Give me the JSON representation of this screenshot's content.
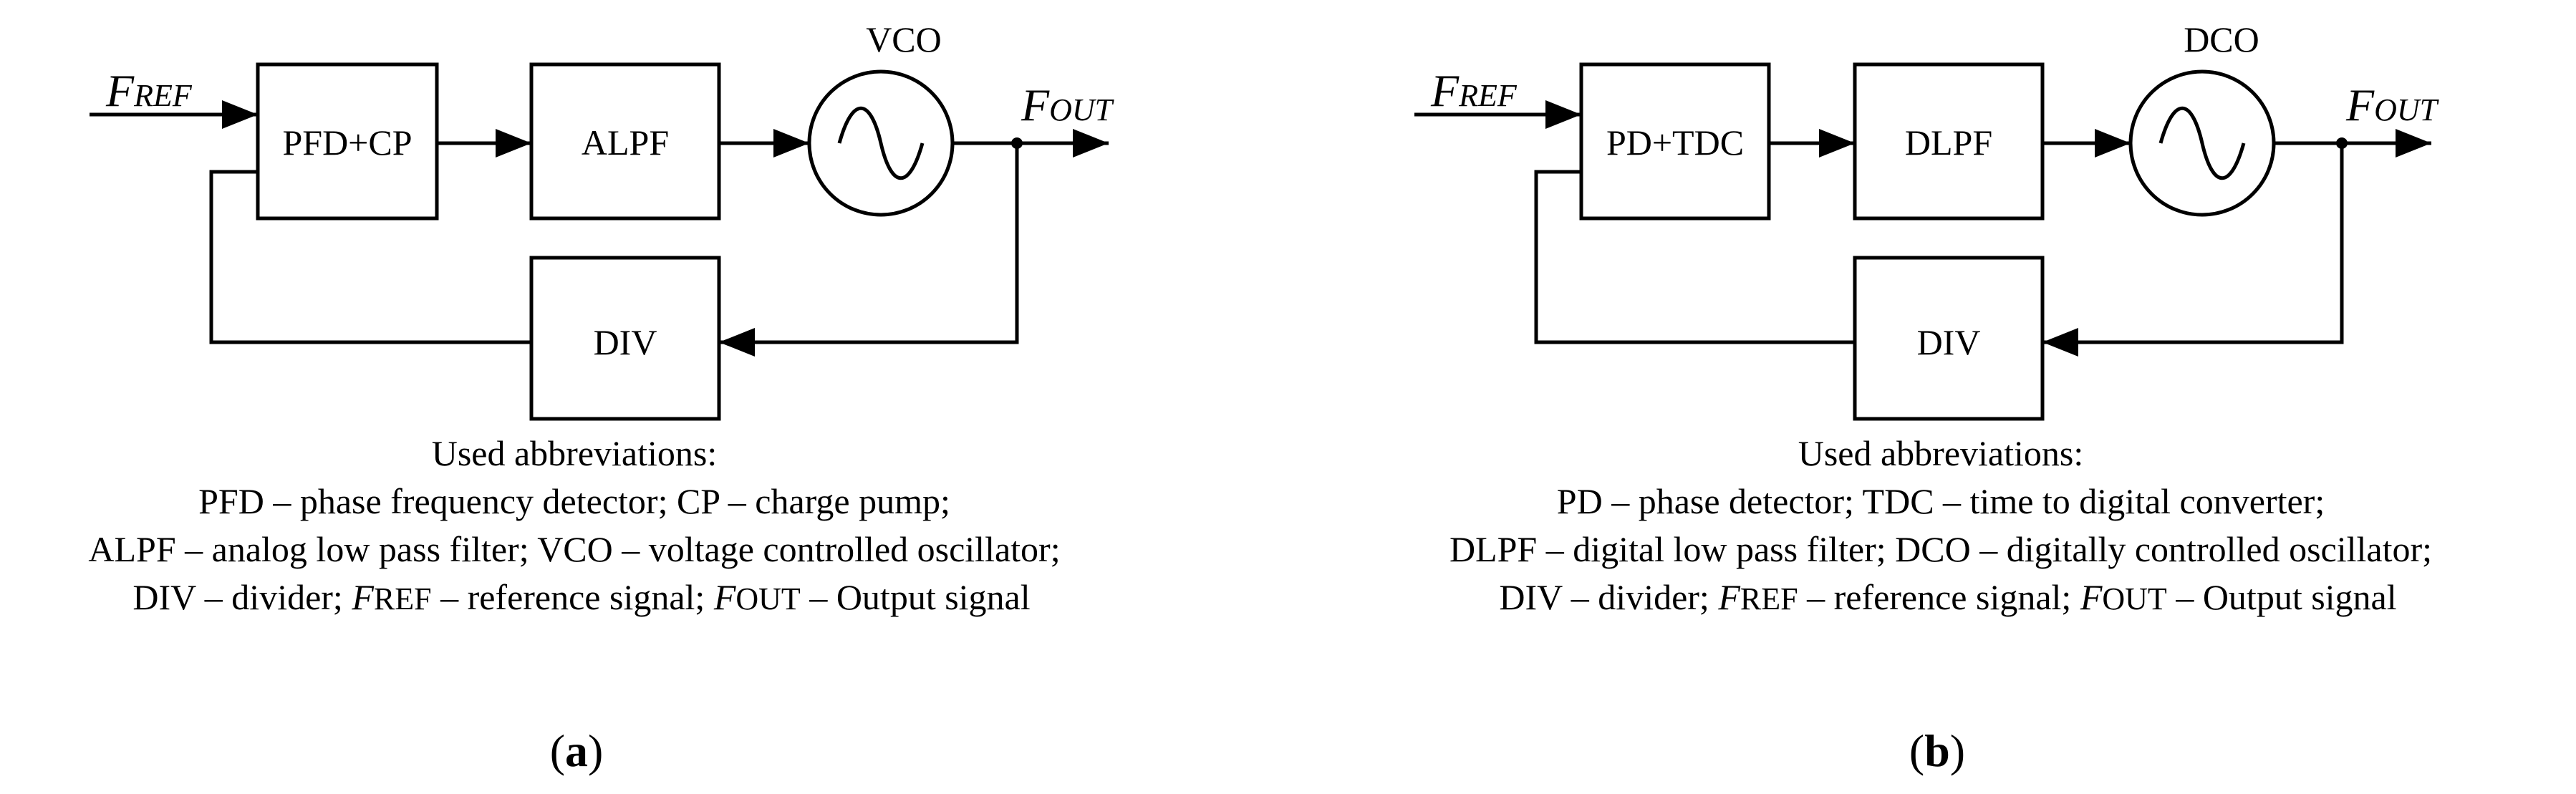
{
  "diagrams": [
    {
      "id": "a",
      "blocks": {
        "pfd": "PFD+CP",
        "lpf": "ALPF",
        "div": "DIV"
      },
      "oscillator": "VCO",
      "input": {
        "main": "F",
        "sub": "REF"
      },
      "output": {
        "main": "F",
        "sub": "OUT"
      },
      "caption": {
        "title": "Used abbreviations:",
        "line1": "PFD – phase frequency detector; CP – charge pump;",
        "line2": "ALPF – analog low pass filter; VCO – voltage controlled oscillator;",
        "line3_pre": "DIV – divider; ",
        "ref_main": "F",
        "ref_sub": "REF",
        "line3_mid": " – reference signal; ",
        "out_main": "F",
        "out_sub": "OUT",
        "line3_post": " – Output signal"
      },
      "label": {
        "open": "(",
        "letter": "a",
        "close": ")"
      }
    },
    {
      "id": "b",
      "blocks": {
        "pfd": "PD+TDC",
        "lpf": "DLPF",
        "div": "DIV"
      },
      "oscillator": "DCO",
      "input": {
        "main": "F",
        "sub": "REF"
      },
      "output": {
        "main": "F",
        "sub": "OUT"
      },
      "caption": {
        "title": "Used abbreviations:",
        "line1": "PD – phase detector; TDC – time to digital converter;",
        "line2": "DLPF – digital low pass filter; DCO – digitally controlled oscillator;",
        "line3_pre": "DIV – divider; ",
        "ref_main": "F",
        "ref_sub": "REF",
        "line3_mid": " – reference signal; ",
        "out_main": "F",
        "out_sub": "OUT",
        "line3_post": " – Output signal"
      },
      "label": {
        "open": "(",
        "letter": "b",
        "close": ")"
      }
    }
  ]
}
